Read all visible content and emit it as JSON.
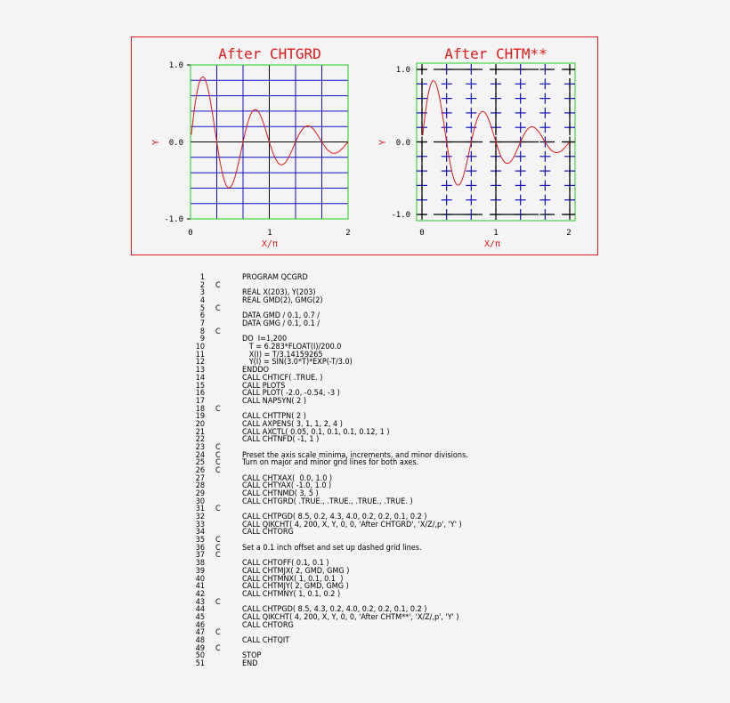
{
  "chart_data": [
    {
      "type": "line",
      "title": "After CHTGRD",
      "xlabel": "X/π",
      "ylabel": "Y",
      "xlim": [
        0,
        2
      ],
      "ylim": [
        -1.0,
        1.0
      ],
      "x_ticks": [
        "0",
        "1",
        "2"
      ],
      "y_ticks": [
        "1.0",
        "0.0",
        "-1.0"
      ],
      "grid": "solid major+minor lines (blue), black center lines, green border",
      "function": "Y = sin(3T)·exp(-T/3), X = T/π, T = 6.283·i/200, i=1..200",
      "series": [
        {
          "name": "Y",
          "color": "#e01818",
          "x": [
            0.0,
            0.1,
            0.157,
            0.2,
            0.3,
            0.333,
            0.4,
            0.5,
            0.6,
            0.667,
            0.7,
            0.8,
            0.9,
            1.0,
            1.1,
            1.157,
            1.2,
            1.3,
            1.333,
            1.4,
            1.5,
            1.6,
            1.667,
            1.7,
            1.8,
            1.9,
            2.0
          ],
          "values": [
            0.0,
            0.73,
            0.83,
            0.75,
            0.18,
            0.0,
            -0.36,
            -0.59,
            -0.38,
            0.0,
            0.18,
            0.42,
            0.3,
            0.0,
            -0.29,
            -0.3,
            -0.27,
            -0.07,
            0.0,
            0.13,
            0.21,
            0.1,
            0.0,
            -0.05,
            -0.14,
            -0.11,
            0.0
          ]
        }
      ]
    },
    {
      "type": "line",
      "title": "After CHTM**",
      "xlabel": "X/π",
      "ylabel": "Y",
      "xlim": [
        0,
        2
      ],
      "ylim": [
        -1.0,
        1.0
      ],
      "x_ticks": [
        "0",
        "1",
        "2"
      ],
      "y_ticks": [
        "1.0",
        "0.0",
        "-1.0"
      ],
      "grid": "dashed major grid lines (black) with minor cross marks (blue), 0.1 inch offset, green border",
      "function": "Y = sin(3T)·exp(-T/3), X = T/π",
      "series": [
        {
          "name": "Y",
          "color": "#e01818",
          "x": [
            0.0,
            0.1,
            0.157,
            0.2,
            0.3,
            0.333,
            0.4,
            0.5,
            0.6,
            0.667,
            0.7,
            0.8,
            0.9,
            1.0,
            1.1,
            1.157,
            1.2,
            1.3,
            1.333,
            1.4,
            1.5,
            1.6,
            1.667,
            1.7,
            1.8,
            1.9,
            2.0
          ],
          "values": [
            0.0,
            0.73,
            0.83,
            0.75,
            0.18,
            0.0,
            -0.36,
            -0.59,
            -0.38,
            0.0,
            0.18,
            0.42,
            0.3,
            0.0,
            -0.29,
            -0.3,
            -0.27,
            -0.07,
            0.0,
            0.13,
            0.21,
            0.1,
            0.0,
            -0.05,
            -0.14,
            -0.11,
            0.0
          ]
        }
      ]
    }
  ],
  "colors": {
    "title": "#e01818",
    "curve": "#e01818",
    "frame": "#e01818",
    "border": "#22cc22",
    "grid_minor": "#1010c0",
    "grid_major": "#000000"
  },
  "code": [
    {
      "n": "1",
      "c": "",
      "t": "PROGRAM QCGRD"
    },
    {
      "n": "2",
      "c": "C",
      "t": ""
    },
    {
      "n": "3",
      "c": "",
      "t": "REAL X(203), Y(203)"
    },
    {
      "n": "4",
      "c": "",
      "t": "REAL GMD(2), GMG(2)"
    },
    {
      "n": "5",
      "c": "C",
      "t": ""
    },
    {
      "n": "6",
      "c": "",
      "t": "DATA GMD / 0.1, 0.7 /"
    },
    {
      "n": "7",
      "c": "",
      "t": "DATA GMG / 0.1, 0.1 /"
    },
    {
      "n": "8",
      "c": "C",
      "t": ""
    },
    {
      "n": "9",
      "c": "",
      "t": "DO  I=1,200"
    },
    {
      "n": "10",
      "c": "",
      "t": "   T = 6.283*FLOAT(I)/200.0"
    },
    {
      "n": "11",
      "c": "",
      "t": "   X(I) = T/3.14159265"
    },
    {
      "n": "12",
      "c": "",
      "t": "   Y(I) = SIN(3.0*T)*EXP(-T/3.0)"
    },
    {
      "n": "13",
      "c": "",
      "t": "ENDDO"
    },
    {
      "n": "14",
      "c": "",
      "t": "CALL CHTICF( .TRUE. )"
    },
    {
      "n": "15",
      "c": "",
      "t": "CALL PLOTS"
    },
    {
      "n": "16",
      "c": "",
      "t": "CALL PLOT( -2.0, -0.54, -3 )"
    },
    {
      "n": "17",
      "c": "",
      "t": "CALL NAPSYN( 2 )"
    },
    {
      "n": "18",
      "c": "C",
      "t": ""
    },
    {
      "n": "19",
      "c": "",
      "t": "CALL CHTTPN( 2 )"
    },
    {
      "n": "20",
      "c": "",
      "t": "CALL AXPENS( 3, 1, 1, 2, 4 )"
    },
    {
      "n": "21",
      "c": "",
      "t": "CALL AXCTL( 0.05, 0.1, 0.1, 0.1, 0.12, 1 )"
    },
    {
      "n": "22",
      "c": "",
      "t": "CALL CHTNFD( -1, 1 )"
    },
    {
      "n": "23",
      "c": "C",
      "t": ""
    },
    {
      "n": "24",
      "c": "C",
      "t": "Preset the axis scale minima, increments, and minor divisions."
    },
    {
      "n": "25",
      "c": "C",
      "t": "Turn on major and minor grid lines for both axes."
    },
    {
      "n": "26",
      "c": "C",
      "t": ""
    },
    {
      "n": "27",
      "c": "",
      "t": "CALL CHTXAX(  0.0, 1.0 )"
    },
    {
      "n": "28",
      "c": "",
      "t": "CALL CHTYAX( -1.0, 1.0 )"
    },
    {
      "n": "29",
      "c": "",
      "t": "CALL CHTNMD( 3, 5 )"
    },
    {
      "n": "30",
      "c": "",
      "t": "CALL CHTGRD( .TRUE., .TRUE., .TRUE., .TRUE. )"
    },
    {
      "n": "31",
      "c": "C",
      "t": ""
    },
    {
      "n": "32",
      "c": "",
      "t": "CALL CHTPGD( 8.5, 0.2, 4.3, 4.0, 0.2, 0.2, 0.1, 0.2 )"
    },
    {
      "n": "33",
      "c": "",
      "t": "CALL QIKCHT( 4, 200, X, Y, 0, 0, 'After CHTGRD', 'X/Z/,p', 'Y' )"
    },
    {
      "n": "34",
      "c": "",
      "t": "CALL CHTORG"
    },
    {
      "n": "35",
      "c": "C",
      "t": ""
    },
    {
      "n": "36",
      "c": "C",
      "t": "Set a 0.1 inch offset and set up dashed grid lines."
    },
    {
      "n": "37",
      "c": "C",
      "t": ""
    },
    {
      "n": "38",
      "c": "",
      "t": "CALL CHTOFF( 0.1, 0.1 )"
    },
    {
      "n": "39",
      "c": "",
      "t": "CALL CHTMJX( 2, GMD, GMG )"
    },
    {
      "n": "40",
      "c": "",
      "t": "CALL CHTMNX( 1, 0.1, 0.1  )"
    },
    {
      "n": "41",
      "c": "",
      "t": "CALL CHTMJY( 2, GMD, GMG )"
    },
    {
      "n": "42",
      "c": "",
      "t": "CALL CHTMNY( 1, 0.1, 0.2 )"
    },
    {
      "n": "43",
      "c": "C",
      "t": ""
    },
    {
      "n": "44",
      "c": "",
      "t": "CALL CHTPGD( 8.5, 4.3, 0.2, 4.0, 0.2, 0.2, 0.1, 0.2 )"
    },
    {
      "n": "45",
      "c": "",
      "t": "CALL QIKCHT( 4, 200, X, Y, 0, 0, 'After CHTM**', 'X/Z/,p', 'Y' )"
    },
    {
      "n": "46",
      "c": "",
      "t": "CALL CHTORG"
    },
    {
      "n": "47",
      "c": "C",
      "t": ""
    },
    {
      "n": "48",
      "c": "",
      "t": "CALL CHTQIT"
    },
    {
      "n": "49",
      "c": "C",
      "t": ""
    },
    {
      "n": "50",
      "c": "",
      "t": "STOP"
    },
    {
      "n": "51",
      "c": "",
      "t": "END"
    }
  ]
}
